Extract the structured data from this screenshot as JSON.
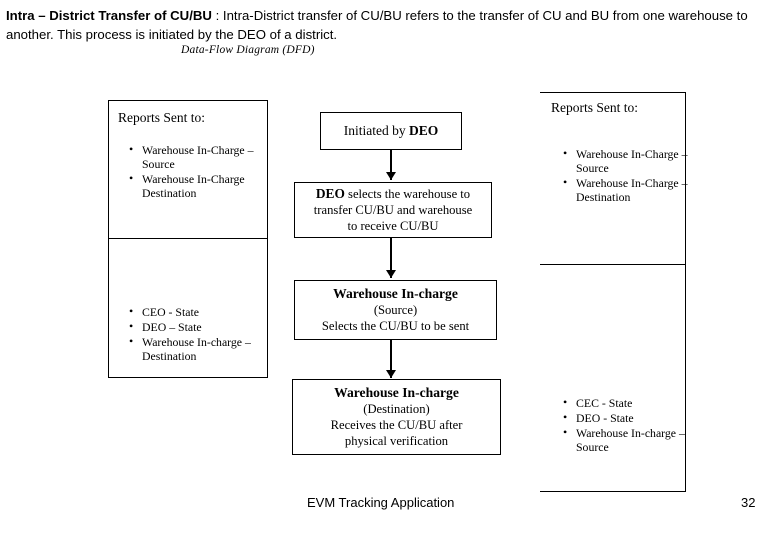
{
  "header": {
    "lead": "Intra – District Transfer of CU/BU",
    "body": " : Intra-District transfer of CU/BU refers to the transfer of CU and BU from one warehouse to another. This process is initiated by the DEO of a district.",
    "subtitle": "Data-Flow Diagram (DFD)"
  },
  "flow": {
    "boxes": [
      {
        "id": "initiated-by-deo",
        "lines": [
          {
            "text": "Initiated by ",
            "bold": false
          },
          {
            "text": "DEO",
            "bold": true
          }
        ]
      },
      {
        "id": "deo-selects-warehouse",
        "lines": [
          {
            "text": "DEO selects the warehouse to",
            "bold": false
          },
          {
            "text": "transfer CU/BU and warehouse",
            "bold": false
          },
          {
            "text": "to receive CU/BU",
            "bold": false
          }
        ]
      },
      {
        "id": "warehouse-incharge-source",
        "lines": [
          {
            "text": "Warehouse In-charge",
            "bold": true
          },
          {
            "text": "(Source)",
            "bold": false
          },
          {
            "text": "Selects the CU/BU to be sent",
            "bold": false
          }
        ]
      },
      {
        "id": "warehouse-incharge-destination",
        "lines": [
          {
            "text": "Warehouse In-charge",
            "bold": true
          },
          {
            "text": "(Destination)",
            "bold": false
          },
          {
            "text": "Receives the CU/BU after",
            "bold": false
          },
          {
            "text": "physical verification",
            "bold": false
          }
        ]
      }
    ]
  },
  "left_panel": {
    "heading": "Reports Sent to:",
    "top_items": [
      "Warehouse In-Charge – Source",
      "Warehouse In-Charge Destination"
    ],
    "bottom_items": [
      "CEO - State",
      "DEO – State",
      "Warehouse In-charge – Destination"
    ]
  },
  "right_panel": {
    "heading": "Reports Sent to:",
    "top_items": [
      "Warehouse In-Charge – Source",
      "Warehouse In-Charge – Destination"
    ],
    "bottom_items": [
      "CEC - State",
      "DEO - State",
      "Warehouse In-charge – Source"
    ]
  },
  "footer": {
    "title": "EVM Tracking Application",
    "page": "32"
  },
  "colors": {
    "background": "#ffffff",
    "ink": "#000000"
  }
}
